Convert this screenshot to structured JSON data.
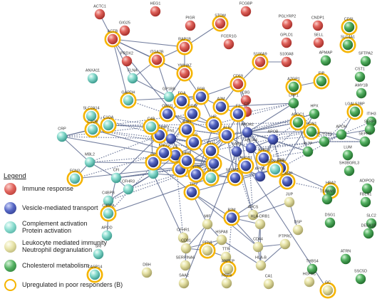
{
  "legend": {
    "title": "Legend",
    "items": [
      {
        "id": "immune",
        "label": "Immune response",
        "color": "#d9534f"
      },
      {
        "id": "vesicle",
        "label": "Vesicle-mediated transport",
        "color": "#4b5db8"
      },
      {
        "id": "complement",
        "label": "Complement activation",
        "label2": "Protein activation",
        "color": "#7fd6c8"
      },
      {
        "id": "leukocyte",
        "label": "Leukocyte mediated immunity",
        "label2": "Neutrophil degranulation",
        "color": "#e2dea0"
      },
      {
        "id": "cholesterol",
        "label": "Cholesterol metabolism",
        "color": "#4caa5a"
      },
      {
        "id": "upregulated",
        "label": "Upregulated in poor responders (B)",
        "color": "#f5b400"
      }
    ]
  },
  "nodes": [
    {
      "id": "ACTC1",
      "label": "ACTC1",
      "g": "immune",
      "h": false
    },
    {
      "id": "HEG1",
      "label": "HEG1",
      "g": "immune",
      "h": false
    },
    {
      "id": "FCGBP",
      "label": "FCGBP",
      "g": "immune",
      "h": false
    },
    {
      "id": "GIG25",
      "label": "GIG25",
      "g": "immune",
      "h": false
    },
    {
      "id": "PIGR",
      "label": "PIGR",
      "g": "immune",
      "h": false
    },
    {
      "id": "STOM",
      "label": "STOM",
      "g": "immune",
      "h": true
    },
    {
      "id": "PGLYRP2",
      "label": "PGLYRP2",
      "g": "immune",
      "h": false
    },
    {
      "id": "CNDP1",
      "label": "CNDP1",
      "g": "immune",
      "h": false
    },
    {
      "id": "CDSL",
      "label": "CDSL",
      "g": "cholesterol",
      "h": true
    },
    {
      "id": "ACTB",
      "label": "ACTB",
      "g": "immune",
      "h": true
    },
    {
      "id": "RAP1B",
      "label": "RAP1B",
      "g": "immune",
      "h": true
    },
    {
      "id": "FCER1G",
      "label": "FCER1G",
      "g": "immune",
      "h": false
    },
    {
      "id": "GPLD1",
      "label": "GPLD1",
      "g": "immune",
      "h": false
    },
    {
      "id": "SELL",
      "label": "SELL",
      "g": "immune",
      "h": false
    },
    {
      "id": "SLC4A1",
      "label": "SLC4A1",
      "g": "cholesterol",
      "h": true
    },
    {
      "id": "PRDX2",
      "label": "PRDX2",
      "g": "immune",
      "h": false
    },
    {
      "id": "ITGA2B",
      "label": "ITGA2B",
      "g": "immune",
      "h": true
    },
    {
      "id": "YWHAZ",
      "label": "YWHAZ",
      "g": "immune",
      "h": true
    },
    {
      "id": "S100A9",
      "label": "S100A9",
      "g": "immune",
      "h": true
    },
    {
      "id": "S100A8",
      "label": "S100A8",
      "g": "immune",
      "h": false
    },
    {
      "id": "APMAP",
      "label": "APMAP",
      "g": "cholesterol",
      "h": false
    },
    {
      "id": "SFTPA2",
      "label": "SFTPA2",
      "g": "cholesterol",
      "h": false
    },
    {
      "id": "ANXA11",
      "label": "ANXA11",
      "g": "complement",
      "h": false
    },
    {
      "id": "FLNA",
      "label": "FLNA",
      "g": "complement",
      "h": false
    },
    {
      "id": "GP1BB",
      "label": "GP1BB",
      "g": "complement",
      "h": false
    },
    {
      "id": "CD59",
      "label": "CD59",
      "g": "immune",
      "h": true
    },
    {
      "id": "CST1",
      "label": "CST1",
      "g": "cholesterol",
      "h": false
    },
    {
      "id": "C8G",
      "label": "C8G",
      "g": "immune",
      "h": false
    },
    {
      "id": "C9",
      "label": "C9",
      "g": "immune",
      "h": false
    },
    {
      "id": "FIP",
      "label": "FIP",
      "g": "cholesterol",
      "h": true
    },
    {
      "id": "AZGP1",
      "label": "AZGP1",
      "g": "cholesterol",
      "h": true
    },
    {
      "id": "AMY1B",
      "label": "AMY1B",
      "g": "cholesterol",
      "h": false
    },
    {
      "id": "GAPDH",
      "label": "GAPDH",
      "g": "complement",
      "h": true
    },
    {
      "id": "FGB",
      "label": "FGB",
      "g": "vesicle",
      "h": true
    },
    {
      "id": "A2M",
      "label": "A2M",
      "g": "vesicle",
      "h": true
    },
    {
      "id": "LRP1",
      "label": "LRP1",
      "g": "cholesterol",
      "h": false
    },
    {
      "id": "SLC2A14",
      "label": "SLC2A14",
      "g": "complement",
      "h": true
    },
    {
      "id": "C1QA",
      "label": "C1QA",
      "g": "complement",
      "h": true
    },
    {
      "id": "C1QB",
      "label": "C1QB",
      "g": "complement",
      "h": true
    },
    {
      "id": "HPX",
      "label": "HPX",
      "g": "cholesterol",
      "h": false
    },
    {
      "id": "LGALS3BP",
      "label": "LGALS3BP",
      "g": "cholesterol",
      "h": true
    },
    {
      "id": "ITIH3",
      "label": "ITIH3",
      "g": "cholesterol",
      "h": false
    },
    {
      "id": "CRP",
      "label": "CRP",
      "g": "complement",
      "h": false
    },
    {
      "id": "APOC1",
      "label": "APOC1",
      "g": "cholesterol",
      "h": true
    },
    {
      "id": "PON1",
      "label": "PON1",
      "g": "cholesterol",
      "h": true
    },
    {
      "id": "APOH",
      "label": "APOH",
      "g": "cholesterol",
      "h": false
    },
    {
      "id": "SERPI",
      "label": "SERPI",
      "g": "cholesterol",
      "h": false
    },
    {
      "id": "PCYOX1",
      "label": "PCYOX1",
      "g": "cholesterol",
      "h": false
    },
    {
      "id": "SEPP1",
      "label": "SEPP1",
      "g": "cholesterol",
      "h": false
    },
    {
      "id": "APOA1",
      "label": "APOA1",
      "g": "vesicle",
      "h": false
    },
    {
      "id": "LUM",
      "label": "LUM",
      "g": "cholesterol",
      "h": false
    },
    {
      "id": "PLTP",
      "label": "PLTP",
      "g": "cholesterol",
      "h": false
    },
    {
      "id": "SH3BGRL3",
      "label": "SH3BGRL3",
      "g": "cholesterol",
      "h": false
    },
    {
      "id": "MBL2",
      "label": "MBL2",
      "g": "complement",
      "h": false
    },
    {
      "id": "HBB",
      "label": "HBB",
      "g": "vesicle",
      "h": true
    },
    {
      "id": "FCN3",
      "label": "FCN3",
      "g": "complement",
      "h": true
    },
    {
      "id": "CFI",
      "label": "CFI",
      "g": "complement",
      "h": false
    },
    {
      "id": "CFH",
      "label": "CFH",
      "g": "complement",
      "h": false
    },
    {
      "id": "CFHR3",
      "label": "CFHR3",
      "g": "complement",
      "h": false
    },
    {
      "id": "CAMP",
      "label": "CAMP",
      "g": "vesicle",
      "h": true
    },
    {
      "id": "HBA2",
      "label": "HBA2",
      "g": "cholesterol",
      "h": true
    },
    {
      "id": "ADIPOQ",
      "label": "ADIPOQ",
      "g": "cholesterol",
      "h": false
    },
    {
      "id": "TSPAN9",
      "label": "TSPAN9",
      "g": "cholesterol",
      "h": false
    },
    {
      "id": "TF",
      "label": "TF",
      "g": "vesicle",
      "h": true
    },
    {
      "id": "C4BPB",
      "label": "C4BPB",
      "g": "complement",
      "h": false
    },
    {
      "id": "C4BPA",
      "label": "C4BPA",
      "g": "complement",
      "h": true
    },
    {
      "id": "JUP",
      "label": "JUP",
      "g": "leukocyte",
      "h": false
    },
    {
      "id": "FBLN1",
      "label": "FBLN1",
      "g": "cholesterol",
      "h": false
    },
    {
      "id": "APCS",
      "label": "APCS",
      "g": "leukocyte",
      "h": false
    },
    {
      "id": "HLA_DRB1",
      "label": "HLA-DRB1",
      "g": "leukocyte",
      "h": false
    },
    {
      "id": "DSG1",
      "label": "DSG1",
      "g": "cholesterol",
      "h": false
    },
    {
      "id": "SLC2",
      "label": "SLC2",
      "g": "cholesterol",
      "h": false
    },
    {
      "id": "DEFA1B",
      "label": "DEFA1B",
      "g": "cholesterol",
      "h": false
    },
    {
      "id": "APOD",
      "label": "APOD",
      "g": "complement",
      "h": false
    },
    {
      "id": "CFHR1",
      "label": "CFHR1",
      "g": "leukocyte",
      "h": false
    },
    {
      "id": "MIF",
      "label": "MIF",
      "g": "leukocyte",
      "h": false
    },
    {
      "id": "B2M",
      "label": "B2M",
      "g": "vesicle",
      "h": true
    },
    {
      "id": "DSP",
      "label": "DSP",
      "g": "leukocyte",
      "h": false
    },
    {
      "id": "SRI",
      "label": "SRI",
      "g": "complement",
      "h": false
    },
    {
      "id": "CD81",
      "label": "CD81",
      "g": "leukocyte",
      "h": false
    },
    {
      "id": "HSPA8",
      "label": "HSPA8",
      "g": "leukocyte",
      "h": false
    },
    {
      "id": "PFN1",
      "label": "PFN1",
      "g": "leukocyte",
      "h": true
    },
    {
      "id": "TTR",
      "label": "TTR",
      "g": "leukocyte",
      "h": false
    },
    {
      "id": "CD44",
      "label": "CD44",
      "g": "leukocyte",
      "h": false
    },
    {
      "id": "PTPRC",
      "label": "PTPRC",
      "g": "leukocyte",
      "h": false
    },
    {
      "id": "ATRN",
      "label": "ATRN",
      "g": "cholesterol",
      "h": false
    },
    {
      "id": "SERPINA6",
      "label": "SERPINA6",
      "g": "leukocyte",
      "h": false
    },
    {
      "id": "ANPEP",
      "label": "ANPEP",
      "g": "leukocyte",
      "h": true
    },
    {
      "id": "HLA_B",
      "label": "HLA-B",
      "g": "leukocyte",
      "h": false
    },
    {
      "id": "THBS4",
      "label": "THBS4",
      "g": "cholesterol",
      "h": false
    },
    {
      "id": "CASP14",
      "label": "CASP14",
      "g": "complement",
      "h": true
    },
    {
      "id": "DBH",
      "label": "DBH",
      "g": "leukocyte",
      "h": false
    },
    {
      "id": "SAA2",
      "label": "SAA2",
      "g": "leukocyte",
      "h": false
    },
    {
      "id": "RBP4",
      "label": "RBP4",
      "g": "leukocyte",
      "h": false
    },
    {
      "id": "CA1",
      "label": "CA1",
      "g": "leukocyte",
      "h": false
    },
    {
      "id": "HGFAC",
      "label": "HGFAC",
      "g": "leukocyte",
      "h": false
    },
    {
      "id": "GC",
      "label": "GC",
      "g": "leukocyte",
      "h": true
    },
    {
      "id": "SSC5D",
      "label": "SSC5D",
      "g": "cholesterol",
      "h": false
    },
    {
      "id": "SAA1",
      "label": "SAA1",
      "g": "vesicle",
      "h": false
    },
    {
      "id": "F2",
      "label": "F2",
      "g": "vesicle",
      "h": true
    },
    {
      "id": "SERPINF2",
      "label": "SERPINF2",
      "g": "vesicle",
      "h": true
    },
    {
      "id": "FGA",
      "label": "FGA",
      "g": "vesicle",
      "h": true
    },
    {
      "id": "FGG",
      "label": "FGG",
      "g": "vesicle",
      "h": true
    },
    {
      "id": "APOA4",
      "label": "APOA4",
      "g": "vesicle",
      "h": false
    },
    {
      "id": "ORM1",
      "label": "ORM1",
      "g": "vesicle",
      "h": true
    },
    {
      "id": "HP",
      "label": "HP",
      "g": "vesicle",
      "h": true
    },
    {
      "id": "ALB",
      "label": "ALB",
      "g": "vesicle",
      "h": true
    },
    {
      "id": "PLG",
      "label": "PLG",
      "g": "vesicle",
      "h": true
    },
    {
      "id": "C3",
      "label": "C3",
      "g": "vesicle",
      "h": true
    },
    {
      "id": "C5",
      "label": "C5",
      "g": "vesicle",
      "h": true
    },
    {
      "id": "APOB",
      "label": "APOB",
      "g": "vesicle",
      "h": false
    },
    {
      "id": "KNG1",
      "label": "KNG1",
      "g": "vesicle",
      "h": true
    },
    {
      "id": "ITIH4",
      "label": "ITIH4",
      "g": "vesicle",
      "h": true
    },
    {
      "id": "SERPINA1",
      "label": "SERPINA1",
      "g": "vesicle",
      "h": true
    },
    {
      "id": "VTN",
      "label": "VTN",
      "g": "vesicle",
      "h": true
    },
    {
      "id": "C4B",
      "label": "C4B",
      "g": "complement",
      "h": true
    },
    {
      "id": "CLU",
      "label": "CLU",
      "g": "vesicle",
      "h": true
    },
    {
      "id": "AHSG",
      "label": "AHSG",
      "g": "vesicle",
      "h": true
    },
    {
      "id": "CP",
      "label": "CP",
      "g": "vesicle",
      "h": true
    },
    {
      "id": "FN1",
      "label": "FN1",
      "g": "vesicle",
      "h": false
    },
    {
      "id": "APOE",
      "label": "APOE",
      "g": "vesicle",
      "h": false
    },
    {
      "id": "GSN",
      "label": "GSN",
      "g": "vesicle",
      "h": true
    },
    {
      "id": "HRG",
      "label": "HRG",
      "g": "vesicle",
      "h": true
    },
    {
      "id": "CFB",
      "label": "CFB",
      "g": "complement",
      "h": true
    },
    {
      "id": "SERPIND1",
      "label": "SERPIND1",
      "g": "complement",
      "h": true
    },
    {
      "id": "PROS1",
      "label": "PROS1",
      "g": "vesicle",
      "h": true
    }
  ]
}
